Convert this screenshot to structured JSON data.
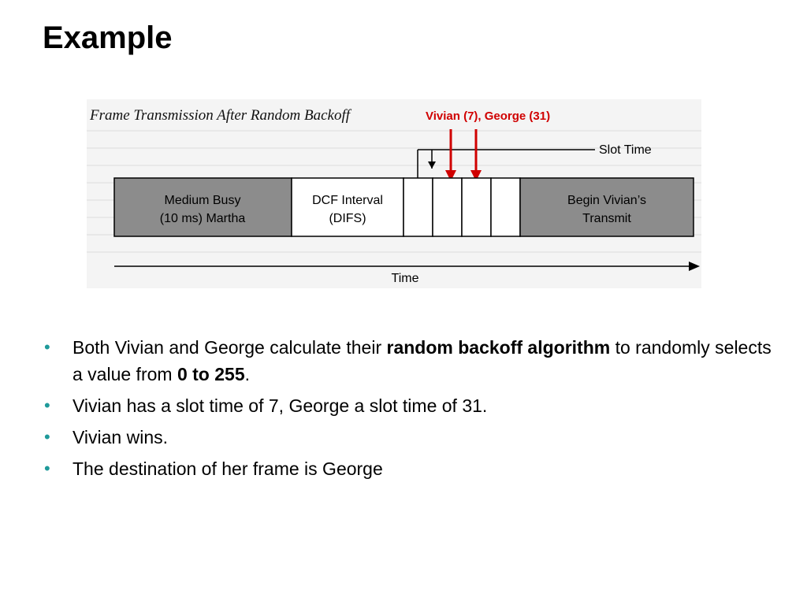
{
  "slide": {
    "title": "Example"
  },
  "figure": {
    "caption": "Frame Transmission After Random Backoff",
    "annotation": "Vivian (7), George (31)",
    "slot_time_label": "Slot Time",
    "box_medium_busy_line1": "Medium Busy",
    "box_medium_busy_line2": "(10 ms) Martha",
    "box_dcf_line1": "DCF Interval",
    "box_dcf_line2": "(DIFS)",
    "box_begin_line1": "Begin Vivian’s",
    "box_begin_line2": "Transmit",
    "time_label": "Time",
    "colors": {
      "annotation": "#d00000",
      "busy_fill": "#8c8c8c",
      "transmit_fill": "#8c8c8c"
    }
  },
  "bullets": [
    {
      "pre": "Both Vivian and George calculate their ",
      "bold1": "random backoff algorithm",
      "mid": " to randomly selects a value from ",
      "bold2": "0 to 255",
      "post": "."
    },
    {
      "text": "Vivian has a slot time of 7, George a slot time of 31."
    },
    {
      "text": "Vivian wins."
    },
    {
      "text": "The destination of her frame is George"
    }
  ],
  "bullet_color": "#1f9a9a"
}
